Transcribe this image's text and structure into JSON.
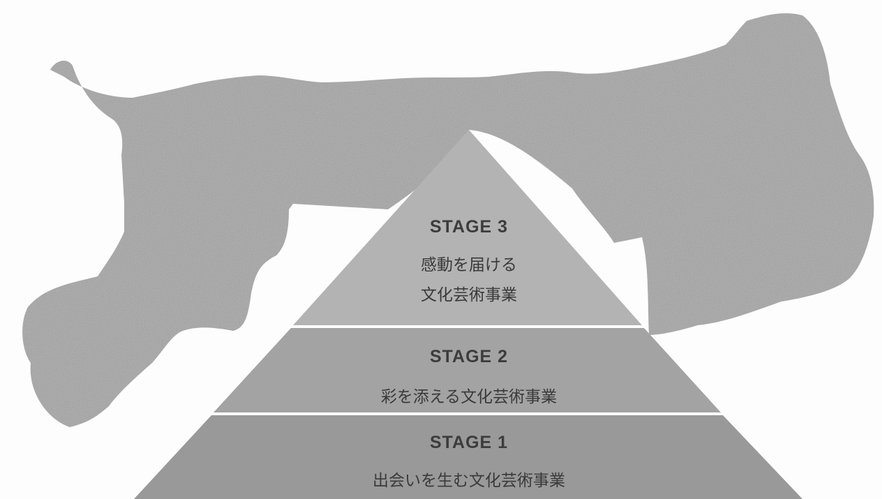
{
  "map": {
    "name": "tottori-prefecture-map-silhouette",
    "colors": {
      "map_fill": "#b4b4b4",
      "map_texture": "#9c9c9c"
    }
  },
  "pyramid": {
    "colors": {
      "stage3_fill": "#b3b3b3",
      "stage2_fill": "#a3a3a3",
      "stage1_fill": "#999999",
      "divider": "#ffffff",
      "text": "#3c3c3c"
    },
    "stages": [
      {
        "title": "STAGE 3",
        "lines": [
          "感動を届ける",
          "文化芸術事業"
        ]
      },
      {
        "title": "STAGE 2",
        "lines": [
          "彩を添える文化芸術事業"
        ]
      },
      {
        "title": "STAGE 1",
        "lines": [
          "出会いを生む文化芸術事業"
        ]
      }
    ]
  }
}
